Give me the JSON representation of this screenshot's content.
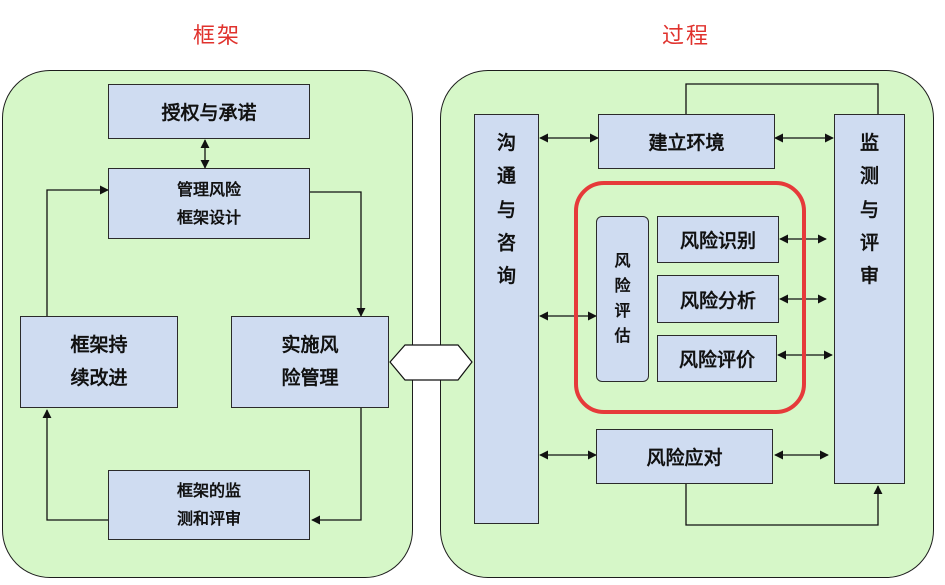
{
  "headers": {
    "framework": "框架",
    "process": "过程"
  },
  "framework": {
    "authorization": "授权与承诺",
    "design": [
      "管理风险",
      "框架设计"
    ],
    "implement": [
      "实施风",
      "险管理"
    ],
    "improve": [
      "框架持",
      "续改进"
    ],
    "monitor": [
      "框架的监",
      "测和评审"
    ]
  },
  "process": {
    "communication": [
      "沟",
      "通",
      "与",
      "咨",
      "询"
    ],
    "establish_context": "建立环境",
    "monitoring": [
      "监",
      "测",
      "与",
      "评",
      "审"
    ],
    "risk_assessment": [
      "风",
      "险",
      "评",
      "估"
    ],
    "risk_identification": "风险识别",
    "risk_analysis": "风险分析",
    "risk_evaluation": "风险评价",
    "risk_treatment": "风险应对"
  },
  "colors": {
    "panel_fill": "#d6f7c8",
    "box_fill": "#cfdcf1",
    "highlight_border": "#e63a3a",
    "header_text": "#e0322d"
  }
}
